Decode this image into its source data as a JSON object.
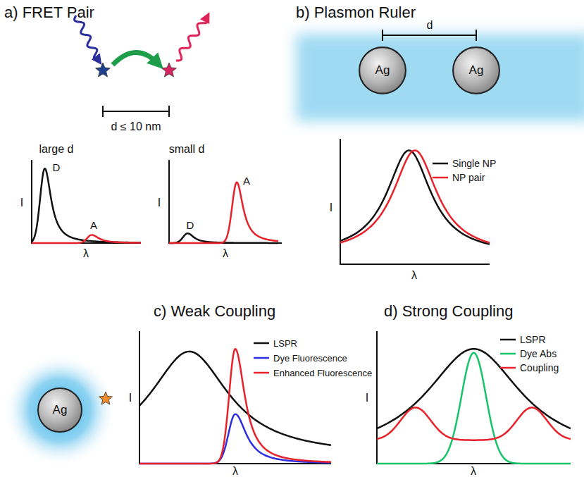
{
  "diagram": {
    "nodes": [
      {
        "text": [
          "Ag"
        ]
      },
      {
        "text": [
          "Ag"
        ]
      },
      {
        "text": [
          "Ag"
        ]
      }
    ],
    "labels": [
      "a) FRET Pair",
      "d ≤ 10 nm",
      "large d",
      "small d",
      "D",
      "A",
      "I",
      "λ",
      "D",
      "A",
      "I",
      "λ",
      "b) Plasmon Ruler",
      "d",
      "I",
      "λ",
      "c) Weak Coupling",
      "I",
      "λ",
      "d) Strong Coupling",
      "I",
      "λ"
    ],
    "legend": [
      {
        "text": "Single NP"
      },
      {
        "text": "NP pair"
      },
      {
        "text": "LSPR"
      },
      {
        "text": "Dye Fluorescence"
      },
      {
        "text": "Enhanced Fluorescence"
      },
      {
        "text": "LSPR"
      },
      {
        "text": "Dye Abs"
      },
      {
        "text": "Coupling"
      }
    ]
  }
}
